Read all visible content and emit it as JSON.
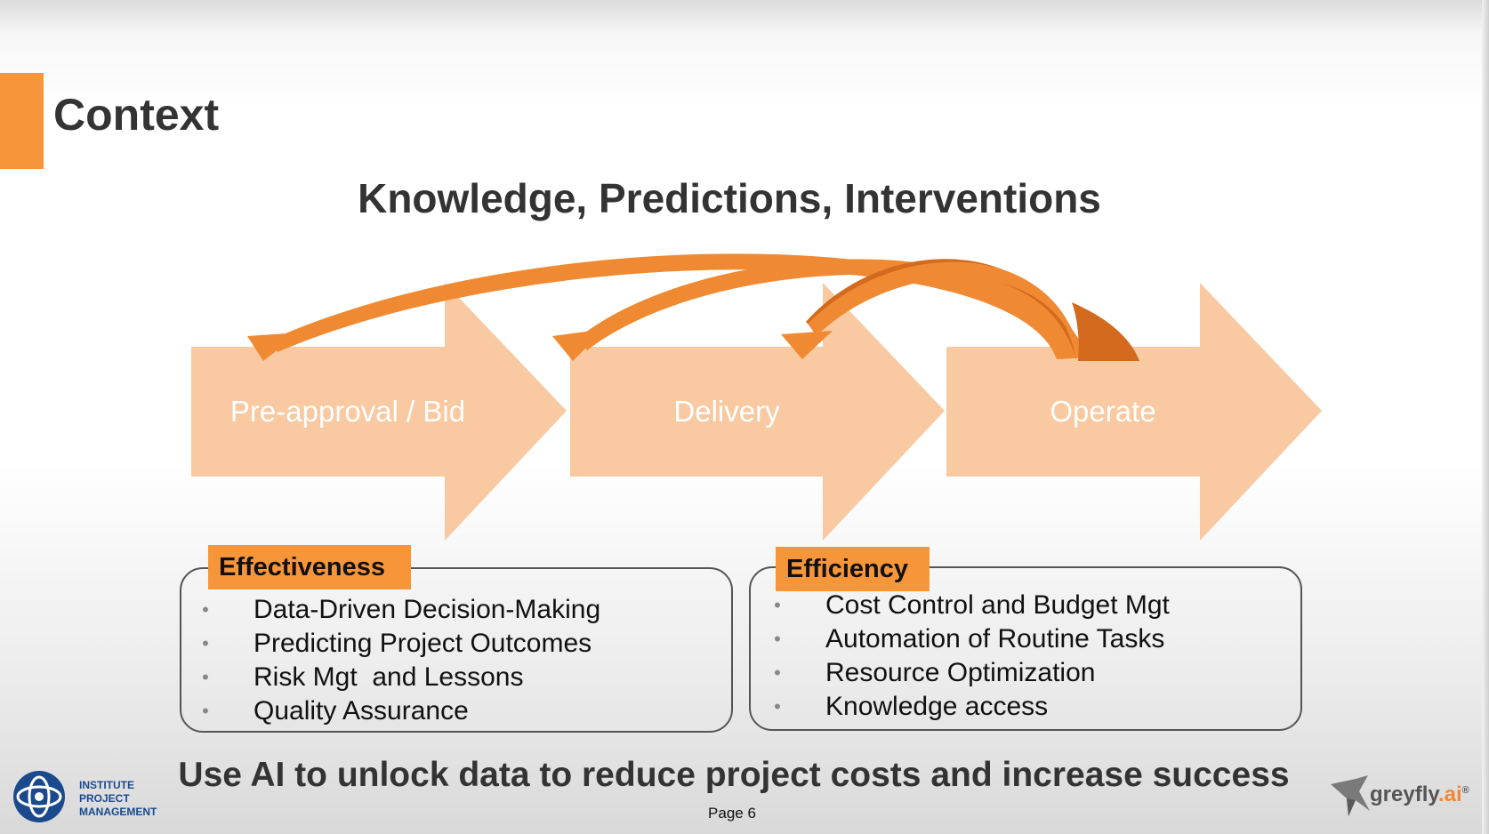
{
  "slide": {
    "title": "Context",
    "subtitle": "Knowledge, Predictions, Interventions",
    "tagline": "Use AI to unlock data to reduce project costs and increase success",
    "page_label": "Page 6"
  },
  "colors": {
    "accent": "#f7953b",
    "stage_arrow": "#f9c9a1",
    "curve_arrow": "#f08a32",
    "curve_arrow_dark": "#d36a1d",
    "ipm_blue": "#1a4a8c"
  },
  "stages": [
    {
      "label": "Pre-approval / Bid"
    },
    {
      "label": "Delivery"
    },
    {
      "label": "Operate"
    }
  ],
  "panels": {
    "effectiveness": {
      "title": "Effectiveness",
      "items": [
        "Data-Driven Decision-Making",
        "Predicting Project Outcomes",
        "Risk Mgt  and Lessons",
        "Quality Assurance"
      ]
    },
    "efficiency": {
      "title": "Efficiency",
      "items": [
        "Cost Control and Budget Mgt",
        "Automation of Routine Tasks",
        "Resource Optimization",
        "Knowledge access"
      ]
    }
  },
  "logos": {
    "ipm": {
      "lines": [
        "INSTITUTE",
        "PROJECT",
        "MANAGEMENT"
      ],
      "icon": "eye-globe-icon"
    },
    "greyfly": {
      "name": "greyfly",
      "suffix": ".ai",
      "mark": "®",
      "icon": "bird-icon"
    }
  }
}
